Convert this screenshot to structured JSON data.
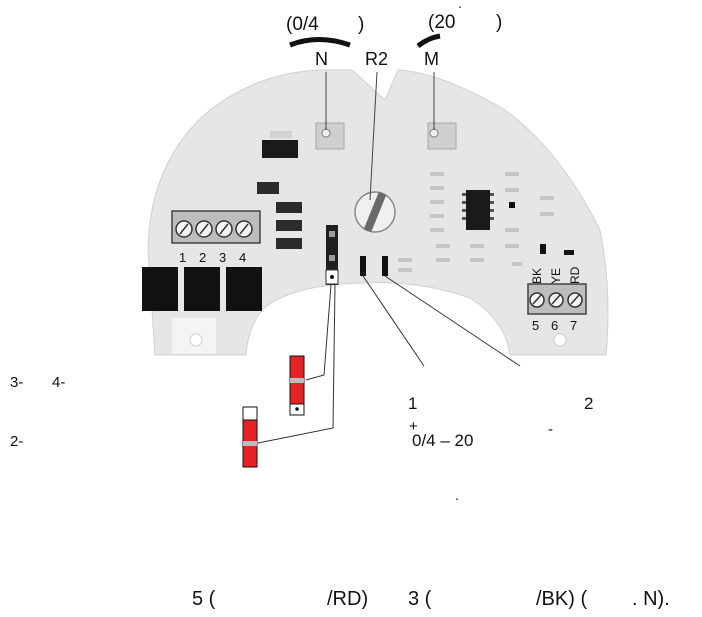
{
  "diagram": {
    "labels": {
      "range_low": "(0/4",
      "range_low_close": ")",
      "range_high": "(20",
      "range_high_close": ")",
      "dot_top": ".",
      "pot_n": "N",
      "pot_r2": "R2",
      "pot_m": "M",
      "term_1": "1",
      "term_2": "2",
      "term_3": "3",
      "term_4": "4",
      "term_5": "5",
      "term_6": "6",
      "term_7": "7",
      "wire_bk": "BK",
      "wire_ye": "YE",
      "wire_rd": "RD",
      "side_3_4_a": "3-",
      "side_3_4_b": "4-",
      "side_2": "2-",
      "callout_1": "1",
      "callout_2": "2",
      "plus": "+",
      "minus": "-",
      "current_range": "0/4 – 20",
      "dot_mid": "."
    },
    "footer": {
      "part1": "5 (",
      "part2": "/RD)",
      "part3": "3 (",
      "part4": "/BK) (",
      "part5": ". N)."
    }
  }
}
